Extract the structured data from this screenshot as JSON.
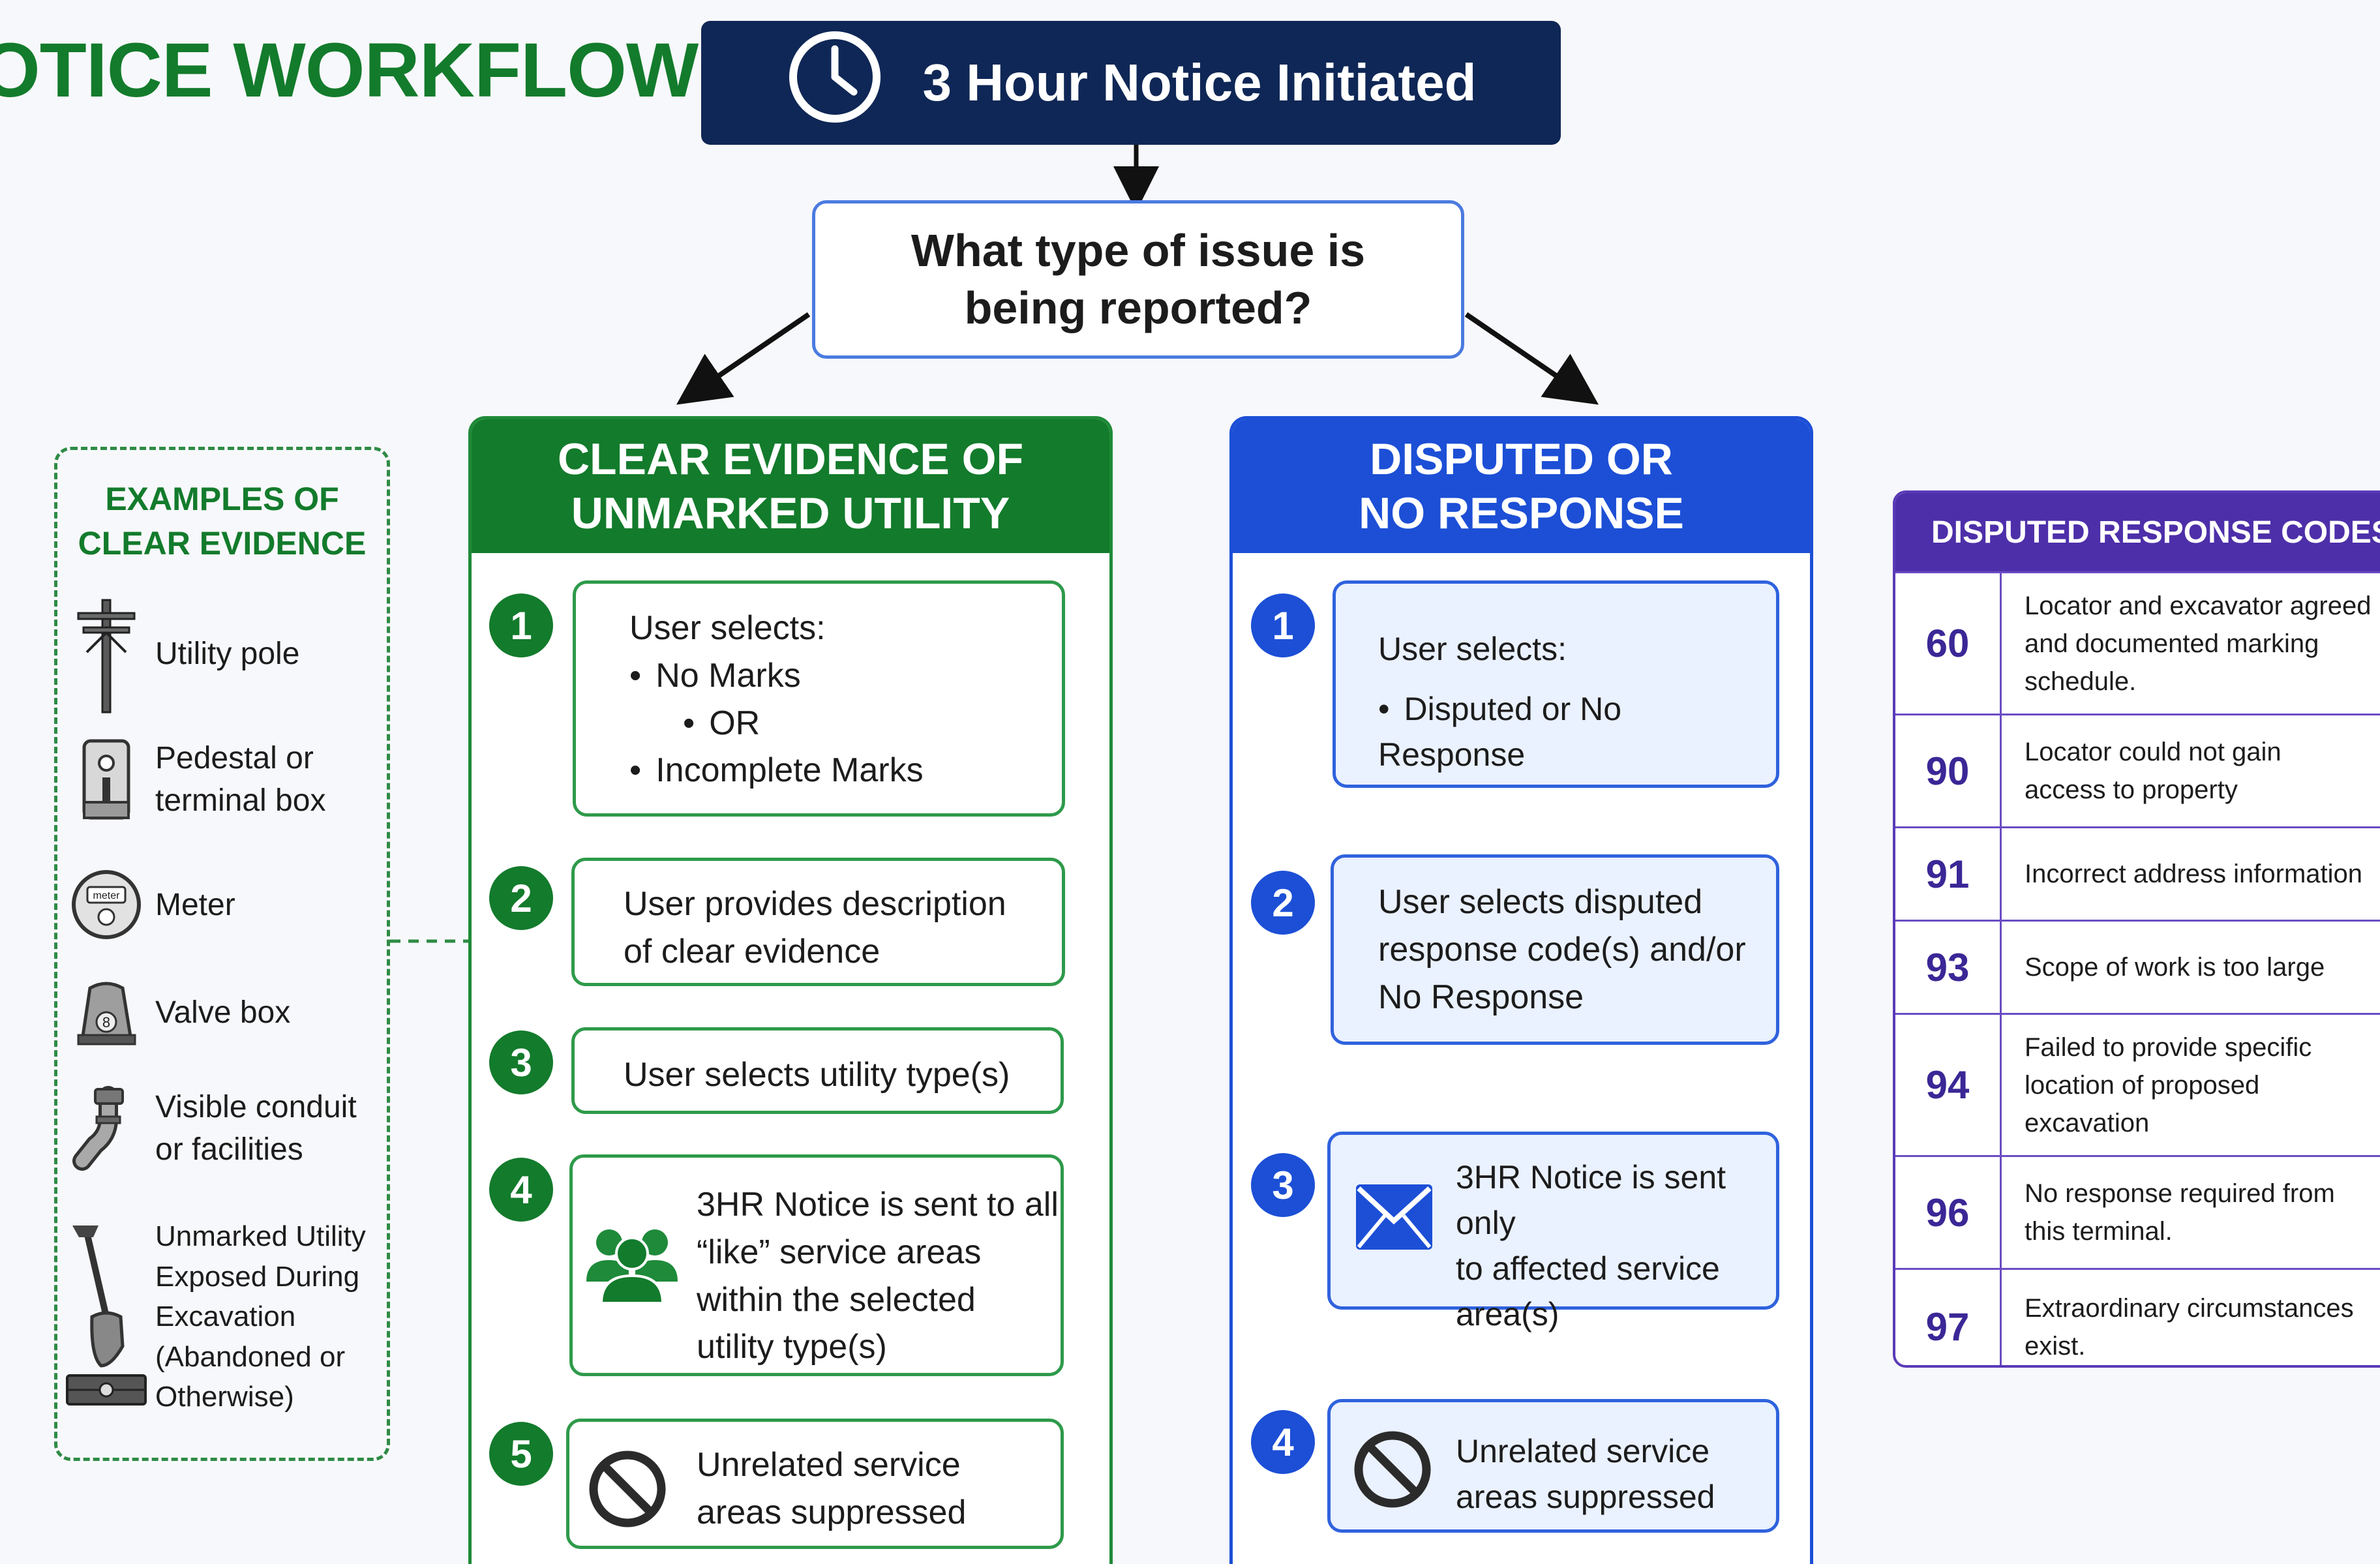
{
  "title": "OTICE WORKFLOW",
  "start": {
    "label": "3 Hour Notice Initiated",
    "icon": "clock-icon"
  },
  "question": {
    "line1": "What type of issue is",
    "line2": "being reported?"
  },
  "examples": {
    "title_line1": "EXAMPLES OF",
    "title_line2": "CLEAR EVIDENCE",
    "items": [
      {
        "icon": "utility-pole-icon",
        "line1": "Utility pole",
        "line2": ""
      },
      {
        "icon": "pedestal-icon",
        "line1": "Pedestal or",
        "line2": "terminal box"
      },
      {
        "icon": "meter-icon",
        "line1": "Meter",
        "line2": "",
        "icon_text": "meter"
      },
      {
        "icon": "valve-box-icon",
        "line1": "Valve box",
        "line2": "",
        "icon_text": "8"
      },
      {
        "icon": "conduit-icon",
        "line1": "Visible conduit",
        "line2": "or facilities"
      },
      {
        "icon": "shovel-icon",
        "lines": [
          "Unmarked Utility",
          "Exposed During",
          "Excavation",
          "(Abandoned or",
          "Otherwise)"
        ]
      }
    ]
  },
  "left_column": {
    "header_line1": "CLEAR EVIDENCE OF",
    "header_line2": "UNMARKED UTILITY",
    "color": "#137b2c",
    "steps": [
      {
        "num": "1",
        "intro": "User selects:",
        "opt1": "No Marks",
        "or": "OR",
        "opt2": "Incomplete Marks"
      },
      {
        "num": "2",
        "line1": "User provides description",
        "line2": "of clear evidence"
      },
      {
        "num": "3",
        "line1": "User selects utility type(s)"
      },
      {
        "num": "4",
        "icon": "people-group-icon",
        "lines": [
          "3HR Notice is sent to all",
          "“like” service areas",
          "within the selected",
          "utility type(s)"
        ]
      },
      {
        "num": "5",
        "icon": "prohibited-icon",
        "line1": "Unrelated service",
        "line2": "areas suppressed"
      }
    ]
  },
  "right_column": {
    "header_line1": "DISPUTED OR",
    "header_line2": "NO RESPONSE",
    "color": "#1c4fd6",
    "steps": [
      {
        "num": "1",
        "intro": "User selects:",
        "opt1": "Disputed or No Response"
      },
      {
        "num": "2",
        "lines": [
          "User selects disputed",
          "response code(s) and/or",
          "No Response"
        ]
      },
      {
        "num": "3",
        "icon": "envelope-icon",
        "lines": [
          "3HR Notice is sent only",
          "to affected service",
          "area(s)"
        ]
      },
      {
        "num": "4",
        "icon": "prohibited-icon",
        "line1": "Unrelated service",
        "line2": "areas suppressed"
      }
    ]
  },
  "codes": {
    "header": "DISPUTED RESPONSE CODES",
    "rows": [
      {
        "code": "60",
        "lines": [
          "Locator and excavator agreed",
          "and documented marking",
          "schedule."
        ]
      },
      {
        "code": "90",
        "lines": [
          "Locator could not gain",
          "access to property"
        ]
      },
      {
        "code": "91",
        "lines": [
          "Incorrect address information"
        ]
      },
      {
        "code": "93",
        "lines": [
          "Scope of work is too large"
        ]
      },
      {
        "code": "94",
        "lines": [
          "Failed to provide specific",
          "location of proposed",
          "excavation"
        ]
      },
      {
        "code": "96",
        "lines": [
          "No response required from",
          "this terminal."
        ]
      },
      {
        "code": "97",
        "lines": [
          "Extraordinary circumstances",
          "exist."
        ]
      }
    ]
  }
}
